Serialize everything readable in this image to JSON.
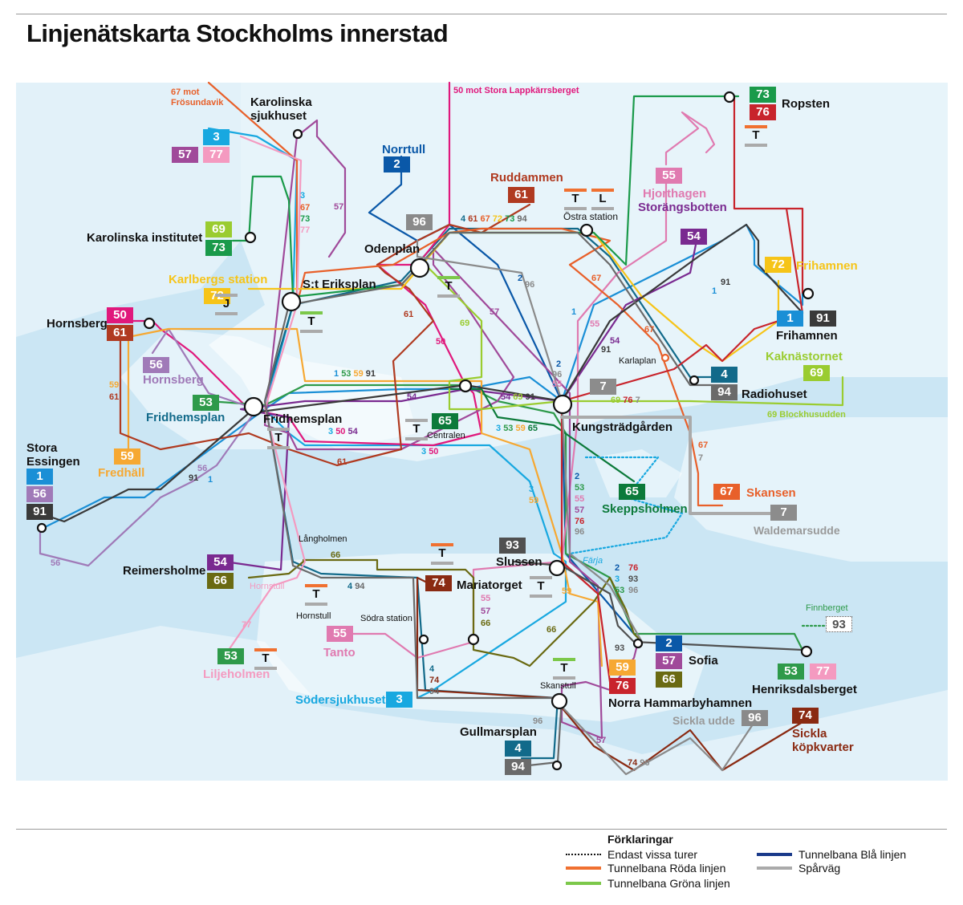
{
  "title": "Linjenätskarta Stockholms innerstad",
  "colors": {
    "water": "#cbe6f4",
    "land": "#ffffff",
    "red_line": "#f07030",
    "green_line": "#7cc84a",
    "blue_line": "#1a3a8a",
    "tram": "#aaaaaa"
  },
  "line_colors": {
    "1": "#1a8fd6",
    "2": "#0a58a8",
    "3": "#18a8e0",
    "4": "#126a8a",
    "7": "#8c8c8c",
    "50": "#e0187c",
    "53": "#2e9a4a",
    "54": "#7a2a90",
    "55": "#e07ab0",
    "56": "#a07ab8",
    "57": "#a04a9a",
    "59": "#f6a832",
    "61": "#b03a20",
    "65": "#0c7a3a",
    "66": "#6a6a12",
    "67": "#e8602a",
    "69": "#9acc30",
    "72": "#f6c418",
    "73": "#1a9a4a",
    "74": "#8a2a12",
    "76": "#c8242c",
    "77": "#f49ac0",
    "91": "#3a3a3a",
    "93": "#505050",
    "94": "#6a6a6a",
    "96": "#8a8a8a"
  },
  "places": [
    {
      "id": "karolinska-sjukhuset",
      "text": "Karolinska\nsjukhuset",
      "color": "#111"
    },
    {
      "id": "norrtull",
      "text": "Norrtull",
      "color": "#0a58a8"
    },
    {
      "id": "ruddammen",
      "text": "Ruddammen",
      "color": "#b03a20"
    },
    {
      "id": "ostra-station",
      "text": "Östra station",
      "color": "#111"
    },
    {
      "id": "ropsten",
      "text": "Ropsten",
      "color": "#111"
    },
    {
      "id": "hjorthagen",
      "text": "Hjorthagen",
      "color": "#e07ab0"
    },
    {
      "id": "storangsbotten",
      "text": "Storängsbotten",
      "color": "#7a2a90"
    },
    {
      "id": "karolinska-institutet",
      "text": "Karolinska institutet",
      "color": "#111"
    },
    {
      "id": "odenplan",
      "text": "Odenplan",
      "color": "#111"
    },
    {
      "id": "karlbergs-station",
      "text": "Karlbergs station",
      "color": "#f6c418"
    },
    {
      "id": "st-eriksplan",
      "text": "S:t Eriksplan",
      "color": "#111"
    },
    {
      "id": "frihamnen-yellow",
      "text": "Frihamnen",
      "color": "#f6c418"
    },
    {
      "id": "frihamnen",
      "text": "Frihamnen",
      "color": "#111"
    },
    {
      "id": "hornsberg-label",
      "text": "Hornsberg",
      "color": "#111"
    },
    {
      "id": "hornsberg-purple",
      "text": "Hornsberg",
      "color": "#a07ab8"
    },
    {
      "id": "fridhemsplan-teal",
      "text": "Fridhemsplan",
      "color": "#126a8a"
    },
    {
      "id": "fridhemsplan",
      "text": "Fridhemsplan",
      "color": "#111"
    },
    {
      "id": "kaknastornet",
      "text": "Kaknästornet",
      "color": "#9acc30"
    },
    {
      "id": "karlaplan",
      "text": "Karlaplan",
      "color": "#111"
    },
    {
      "id": "radiohuset",
      "text": "Radiohuset",
      "color": "#111"
    },
    {
      "id": "kungstradgarden",
      "text": "Kungsträdgården",
      "color": "#111"
    },
    {
      "id": "centralen",
      "text": "Centralen",
      "color": "#111"
    },
    {
      "id": "stora-essingen",
      "text": "Stora\nEssingen",
      "color": "#111"
    },
    {
      "id": "fredhall",
      "text": "Fredhäll",
      "color": "#f6a832"
    },
    {
      "id": "skeppsholmen",
      "text": "Skeppsholmen",
      "color": "#0c7a3a"
    },
    {
      "id": "skansen",
      "text": "Skansen",
      "color": "#e8602a"
    },
    {
      "id": "waldemarsudde",
      "text": "Waldemarsudde",
      "color": "#999"
    },
    {
      "id": "langholmen",
      "text": "Långholmen",
      "color": "#111"
    },
    {
      "id": "slussen",
      "text": "Slussen",
      "color": "#111"
    },
    {
      "id": "farja",
      "text": "Färja",
      "color": "#18a8e0"
    },
    {
      "id": "reimersholme",
      "text": "Reimersholme",
      "color": "#111"
    },
    {
      "id": "hornstull-pink",
      "text": "Hornstull",
      "color": "#f49ac0"
    },
    {
      "id": "hornstull",
      "text": "Hornstull",
      "color": "#111"
    },
    {
      "id": "mariatorget",
      "text": "Mariatorget",
      "color": "#111"
    },
    {
      "id": "sodra-station",
      "text": "Södra station",
      "color": "#111"
    },
    {
      "id": "finnberget",
      "text": "Finnberget",
      "color": "#2e9a4a"
    },
    {
      "id": "tanto",
      "text": "Tanto",
      "color": "#e07ab0"
    },
    {
      "id": "sofia",
      "text": "Sofia",
      "color": "#111"
    },
    {
      "id": "liljeholmen",
      "text": "Liljeholmen",
      "color": "#f49ac0"
    },
    {
      "id": "henriksdalsberget",
      "text": "Henriksdalsberget",
      "color": "#111"
    },
    {
      "id": "skanstull",
      "text": "Skanstull",
      "color": "#111"
    },
    {
      "id": "sodersjukhuset",
      "text": "Södersjukhuset",
      "color": "#18a8e0"
    },
    {
      "id": "norra-hammarbyhamnen",
      "text": "Norra Hammarbyhamnen",
      "color": "#111"
    },
    {
      "id": "sickla-udde",
      "text": "Sickla udde",
      "color": "#999"
    },
    {
      "id": "sickla-kopkvarter",
      "text": "Sickla\nköpkvarter",
      "color": "#8a2a12"
    },
    {
      "id": "gullmarsplan",
      "text": "Gullmarsplan",
      "color": "#111"
    },
    {
      "id": "note-67",
      "text": "67 mot\nFrösundavik",
      "color": "#e8602a"
    },
    {
      "id": "note-50",
      "text": "50 mot Stora Lappkärrsberget",
      "color": "#e0187c"
    },
    {
      "id": "note-69",
      "text": "69 Blockhusudden",
      "color": "#9acc30"
    }
  ],
  "badges": [
    {
      "n": "3"
    },
    {
      "n": "57"
    },
    {
      "n": "77"
    },
    {
      "n": "2"
    },
    {
      "n": "61"
    },
    {
      "n": "73"
    },
    {
      "n": "76"
    },
    {
      "n": "55"
    },
    {
      "n": "69"
    },
    {
      "n": "73"
    },
    {
      "n": "96"
    },
    {
      "n": "54"
    },
    {
      "n": "72"
    },
    {
      "n": "72"
    },
    {
      "n": "50"
    },
    {
      "n": "61"
    },
    {
      "n": "56"
    },
    {
      "n": "1"
    },
    {
      "n": "91"
    },
    {
      "n": "53"
    },
    {
      "n": "4"
    },
    {
      "n": "94"
    },
    {
      "n": "69"
    },
    {
      "n": "7"
    },
    {
      "n": "65"
    },
    {
      "n": "59"
    },
    {
      "n": "1"
    },
    {
      "n": "56"
    },
    {
      "n": "91"
    },
    {
      "n": "65"
    },
    {
      "n": "67"
    },
    {
      "n": "7"
    },
    {
      "n": "93"
    },
    {
      "n": "54"
    },
    {
      "n": "66"
    },
    {
      "n": "74"
    },
    {
      "n": "55"
    },
    {
      "n": "2"
    },
    {
      "n": "57"
    },
    {
      "n": "66"
    },
    {
      "n": "59"
    },
    {
      "n": "76"
    },
    {
      "n": "53"
    },
    {
      "n": "77"
    },
    {
      "n": "53"
    },
    {
      "n": "93"
    },
    {
      "n": "3"
    },
    {
      "n": "96"
    },
    {
      "n": "74"
    },
    {
      "n": "4"
    },
    {
      "n": "94"
    }
  ],
  "metro": [
    {
      "letter": "T"
    },
    {
      "letter": "T"
    },
    {
      "letter": "L"
    },
    {
      "letter": "T"
    },
    {
      "letter": "J"
    },
    {
      "letter": "T"
    },
    {
      "letter": "T"
    },
    {
      "letter": "T"
    },
    {
      "letter": "T"
    },
    {
      "letter": "T"
    },
    {
      "letter": "T"
    },
    {
      "letter": "T"
    },
    {
      "letter": "T"
    },
    {
      "letter": "T"
    }
  ],
  "route_labels": [
    "3",
    "67",
    "73",
    "77",
    "57",
    "4 61 67 72 73 94",
    "2",
    "96",
    "61",
    "50",
    "57",
    "69",
    "1",
    "91",
    "1",
    "55",
    "67",
    "67",
    "54",
    "91",
    "1 53 59 91",
    "59",
    "61",
    "54",
    "3 50 54",
    "61",
    "3 50",
    "3 53 59 65",
    "54 69 91",
    "2",
    "96",
    "55",
    "69 76 7",
    "67",
    "7",
    "1",
    "56",
    "91",
    "3",
    "59",
    "2",
    "53",
    "55",
    "57",
    "76",
    "96",
    "66",
    "4 94",
    "55",
    "57",
    "66",
    "66",
    "59",
    "2",
    "76",
    "3",
    "93",
    "53",
    "96",
    "93",
    "4",
    "74",
    "94",
    "96",
    "74 96",
    "57",
    "56",
    "77"
  ],
  "legend": {
    "title": "Förklaringar",
    "items": [
      {
        "label": "Endast vissa turer",
        "style": "dotted",
        "color": "#111"
      },
      {
        "label": "Tunnelbana Röda linjen",
        "style": "solid",
        "color": "#f07030"
      },
      {
        "label": "Tunnelbana Gröna linjen",
        "style": "solid",
        "color": "#7cc84a"
      },
      {
        "label": "Tunnelbana Blå linjen",
        "style": "solid",
        "color": "#1a3a8a"
      },
      {
        "label": "Spårväg",
        "style": "solid",
        "color": "#aaaaaa"
      }
    ]
  }
}
